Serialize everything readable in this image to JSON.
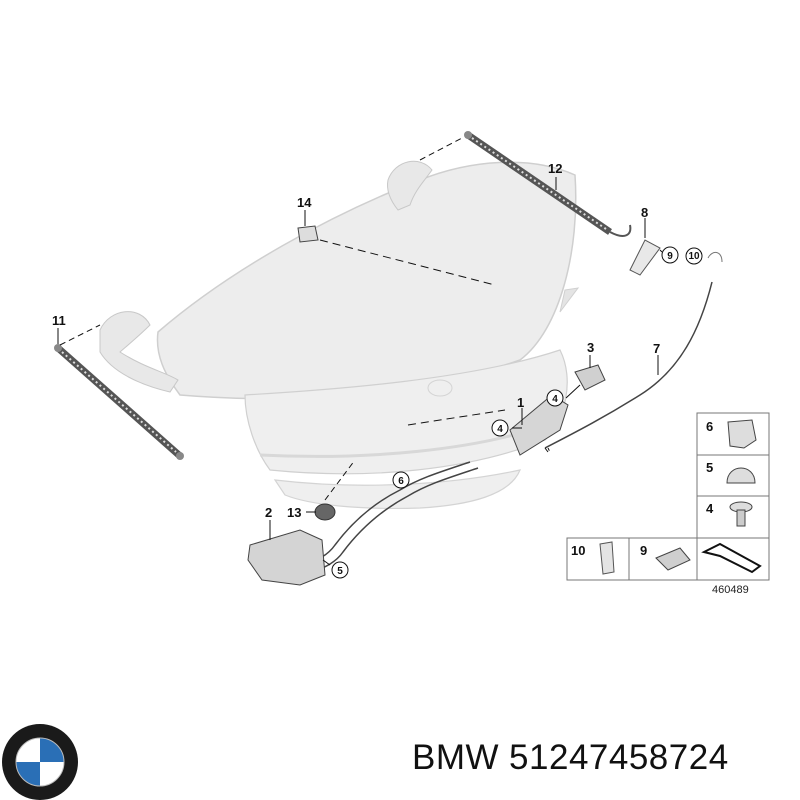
{
  "footer": {
    "brand": "BMW",
    "part_number": "51247458724"
  },
  "diagram": {
    "callouts": {
      "p1": "1",
      "p2": "2",
      "p3": "3",
      "p4a": "4",
      "p4b": "4",
      "p5": "5",
      "p6": "6",
      "p7": "7",
      "p8": "8",
      "p9": "9",
      "p10": "10",
      "p11": "11",
      "p12": "12",
      "p13": "13",
      "p14": "14"
    },
    "legend": {
      "l6": "6",
      "l5": "5",
      "l4": "4",
      "l10": "10",
      "l9": "9"
    },
    "ref_code": "460489"
  },
  "colors": {
    "part_fill": "#ececec",
    "line": "#333333"
  },
  "icons": [
    "bmw-logo-icon"
  ]
}
